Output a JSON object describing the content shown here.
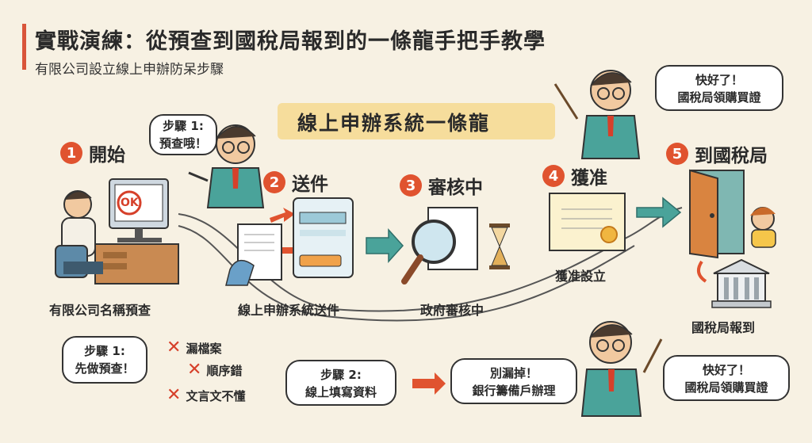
{
  "header": {
    "title": "實戰演練：從預查到國稅局報到的一條龍手把手教學",
    "subtitle": "有限公司設立線上申辦防呆步驟"
  },
  "banner": {
    "label": "線上申辦系統一條龍"
  },
  "steps": [
    {
      "num": "1",
      "label": "開始",
      "caption": "有限公司名稱預查"
    },
    {
      "num": "2",
      "label": "送件",
      "caption": "線上申辦系統送件"
    },
    {
      "num": "3",
      "label": "審核中",
      "caption": "政府審核中"
    },
    {
      "num": "4",
      "label": "獲准",
      "caption": "獲准設立"
    },
    {
      "num": "5",
      "label": "到國稅局",
      "caption": "國稅局報到"
    }
  ],
  "screen_text": "OK",
  "bubbles": {
    "top_left": [
      "步驟 1:",
      "預查哦！"
    ],
    "top_right": [
      "快好了！",
      "國稅局領購買證"
    ],
    "bottom_1": [
      "步驟 1:",
      "先做預查！"
    ],
    "bottom_2": [
      "步驟 2:",
      "線上填寫資料"
    ],
    "bottom_3": [
      "別漏掉！",
      "銀行籌備戶辦理"
    ],
    "bottom_4": [
      "快好了！",
      "國稅局領購買證"
    ]
  },
  "errors": [
    "漏檔案",
    "順序錯",
    "文言文不懂"
  ],
  "colors": {
    "accent": "#e0532f",
    "teal": "#4aa39a",
    "banner": "#f6d98f",
    "background": "#f7f1e3"
  }
}
